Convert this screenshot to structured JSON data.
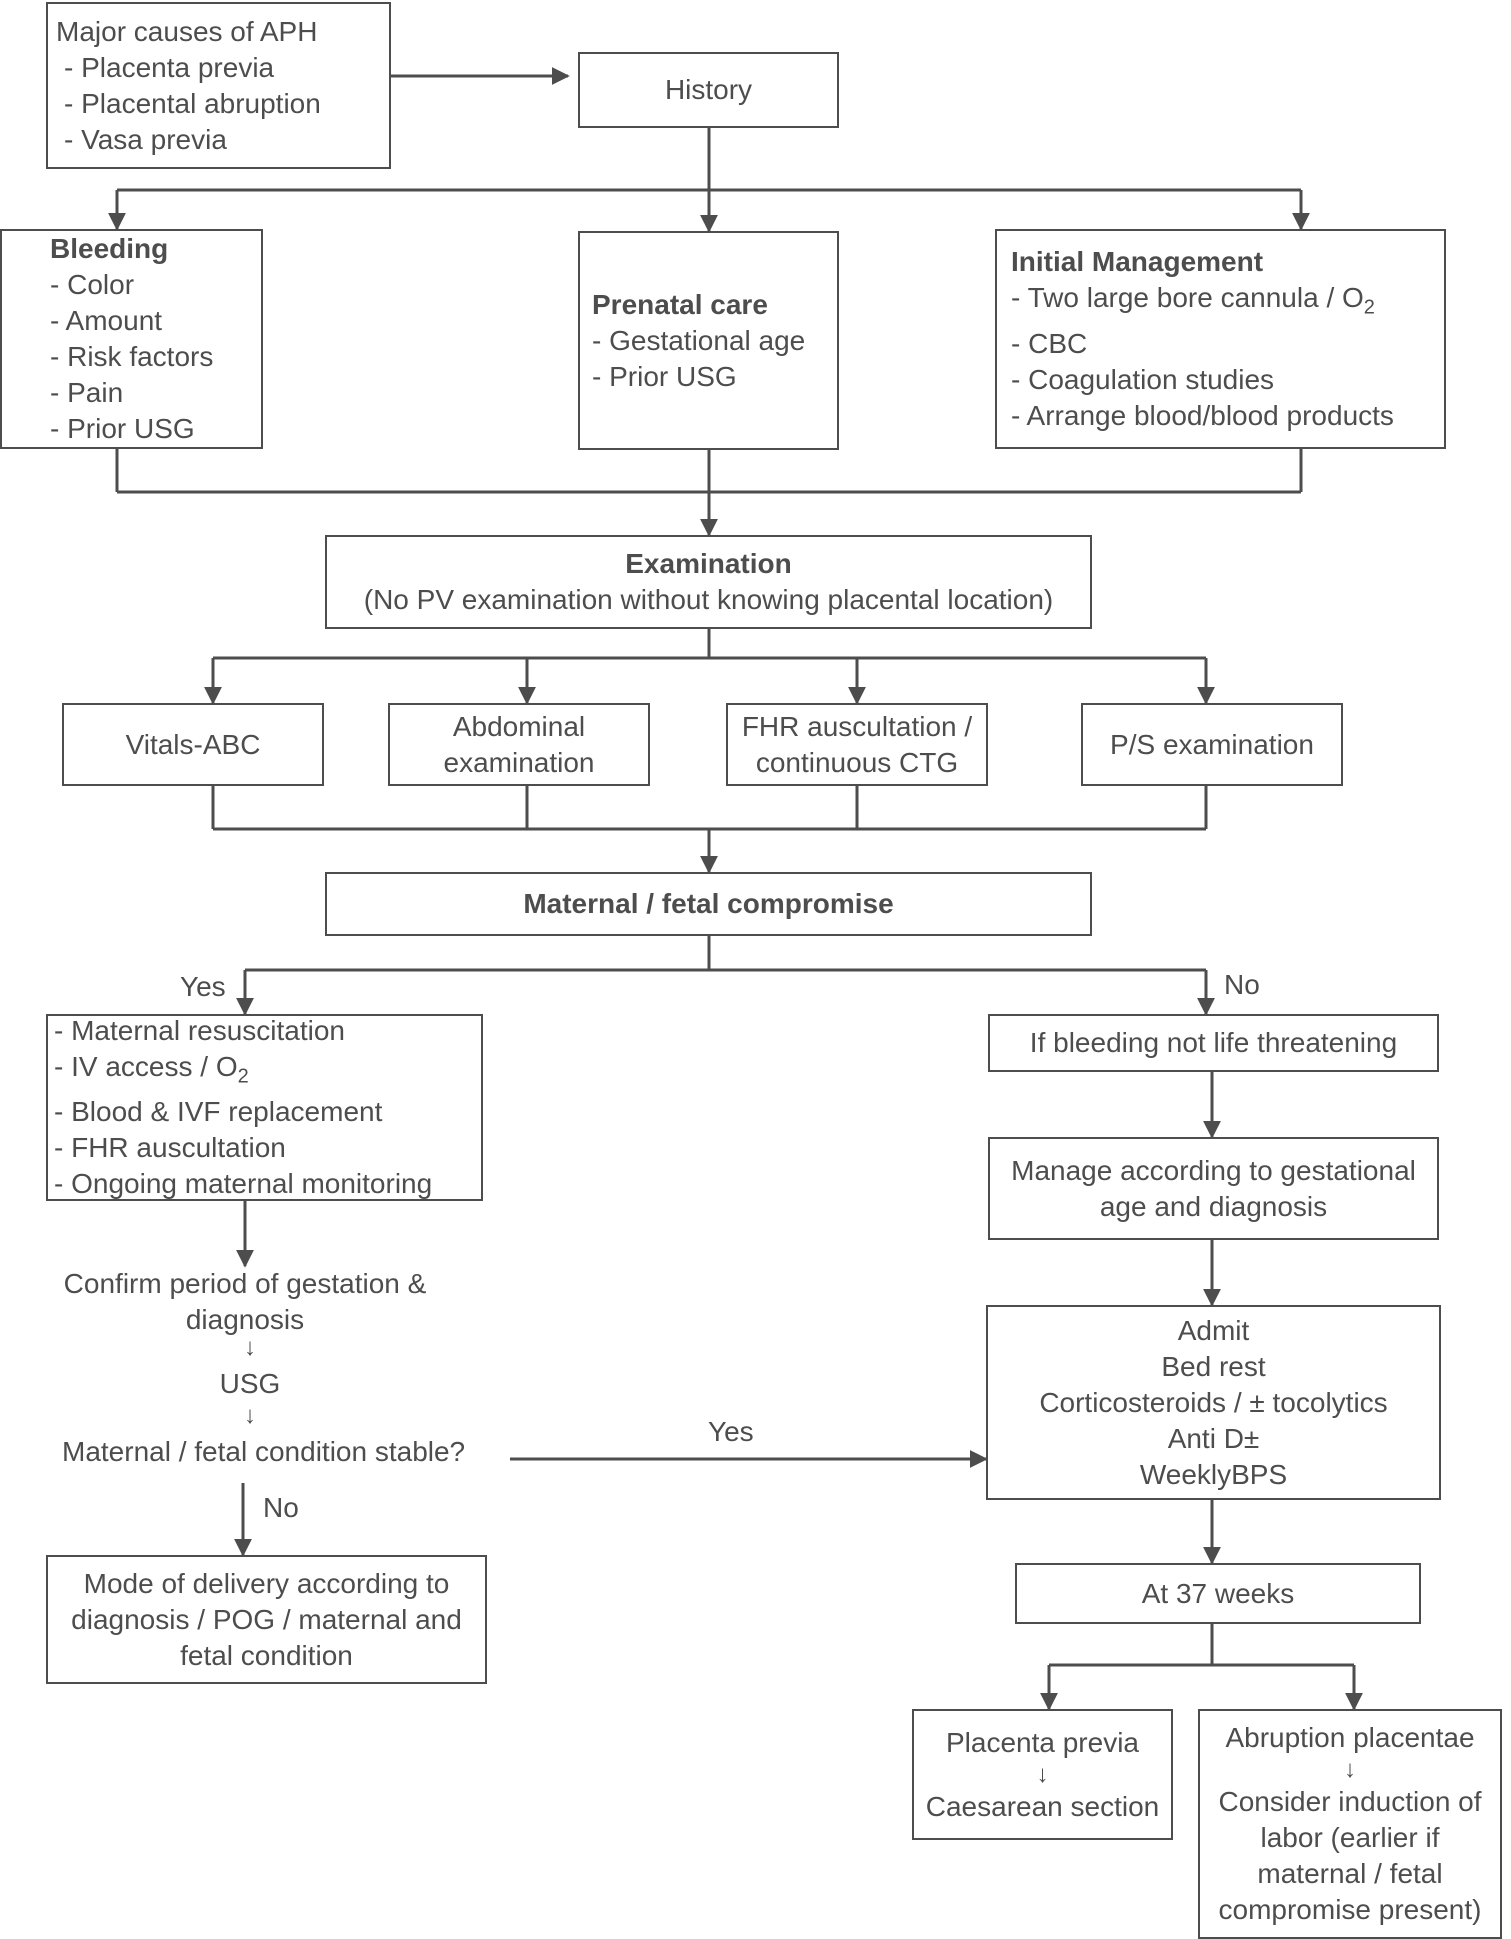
{
  "causes": {
    "title": "Major causes of APH",
    "items": [
      "- Placenta previa",
      "- Placental abruption",
      "- Vasa previa"
    ]
  },
  "history": {
    "label": "History"
  },
  "bleeding": {
    "title": "Bleeding",
    "items": [
      "- Color",
      "- Amount",
      "- Risk factors",
      "- Pain",
      "- Prior USG"
    ]
  },
  "prenatal": {
    "title": "Prenatal care",
    "items": [
      "-  Gestational age",
      "-  Prior USG"
    ]
  },
  "initial": {
    "title": "Initial Management",
    "item1": "-  Two large bore cannula / O",
    "item1_sub": "2",
    "items": [
      "-  CBC",
      "-  Coagulation studies",
      "- Arrange blood/blood products"
    ]
  },
  "examination": {
    "title": "Examination",
    "subtitle": "(No PV examination without knowing placental location)"
  },
  "vitals": {
    "label": "Vitals-ABC"
  },
  "abdominal": {
    "line1": "Abdominal",
    "line2": "examination"
  },
  "fhr": {
    "line1": "FHR auscultation /",
    "line2": "continuous CTG"
  },
  "ps": {
    "label": "P/S examination"
  },
  "compromise": {
    "label": "Maternal / fetal compromise"
  },
  "yes_label": "Yes",
  "no_label": "No",
  "resus": {
    "item1": "-    Maternal resuscitation",
    "item2": "-    IV access / O",
    "item2_sub": "2",
    "items": [
      "-    Blood & IVF replacement",
      "-    FHR auscultation",
      "-    Ongoing maternal monitoring"
    ]
  },
  "left_flow": {
    "confirm_line1": "Confirm period of gestation &",
    "confirm_line2": "diagnosis",
    "down_arrow": "↓",
    "usg": "USG",
    "stable": "Maternal / fetal condition stable?",
    "no": "No",
    "yes": "Yes"
  },
  "mode": {
    "line1": "Mode of delivery according to",
    "line2": "diagnosis / POG / maternal and",
    "line3": "fetal condition"
  },
  "not_life": {
    "label": "If bleeding not life threatening"
  },
  "manage": {
    "line1": "Manage according to gestational",
    "line2": "age and diagnosis"
  },
  "admit": {
    "items": [
      "Admit",
      "Bed rest",
      "Corticosteroids / ± tocolytics",
      "Anti D±",
      "WeeklyBPS"
    ]
  },
  "at37": {
    "label": "At 37 weeks"
  },
  "previa": {
    "line1": "Placenta previa",
    "arrow": "↓",
    "line2": "Caesarean section"
  },
  "abruption": {
    "line1": "Abruption placentae",
    "arrow": "↓",
    "lines": [
      "Consider induction of",
      "labor (earlier if",
      "maternal / fetal",
      "compromise present)"
    ]
  }
}
